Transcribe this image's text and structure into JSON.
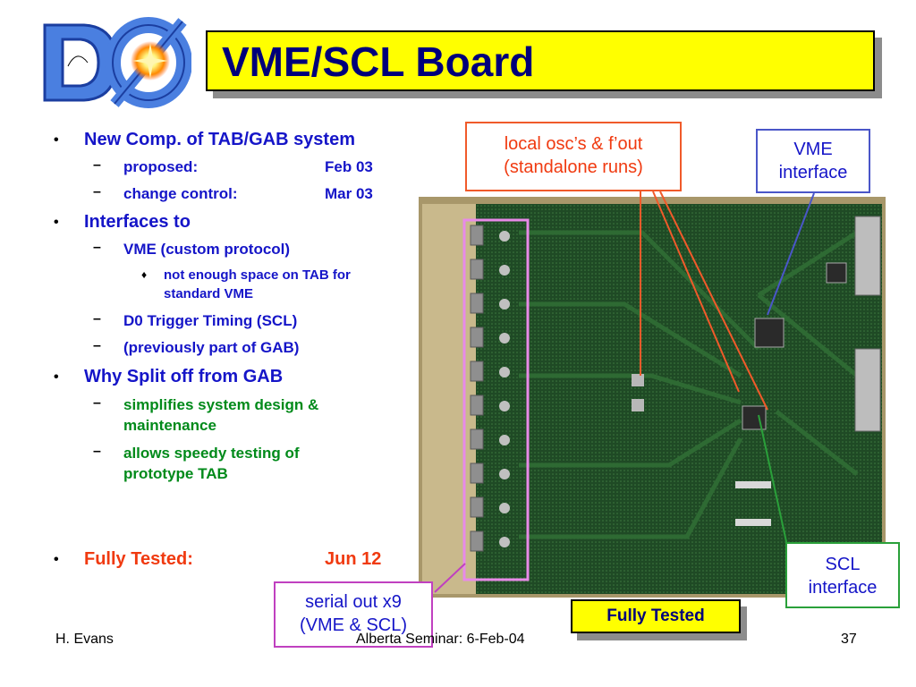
{
  "title": "VME/SCL Board",
  "bullets": {
    "l1_a": "New Comp. of TAB/GAB system",
    "l2_proposed": "proposed:",
    "l2_proposed_date": "Feb 03",
    "l2_change": "change control:",
    "l2_change_date": "Mar 03",
    "l1_b": "Interfaces to",
    "l2_vme": "VME (custom protocol)",
    "l3_space_1": "not enough space on TAB for",
    "l3_space_2": "standard VME",
    "l2_d0": "D0 Trigger Timing (SCL)",
    "l2_prev": "(previously part of GAB)",
    "l1_c": "Why Split off from GAB",
    "l2_simpl_1": "simplifies system design &",
    "l2_simpl_2": "maintenance",
    "l2_speedy_1": "allows speedy testing of",
    "l2_speedy_2": "prototype TAB",
    "l1_d": "Fully Tested:",
    "l1_d_date": "Jun 12"
  },
  "callouts": {
    "osc_1": "local osc’s & f’out",
    "osc_2": "(standalone runs)",
    "vme_1": "VME",
    "vme_2": "interface",
    "scl_1": "SCL",
    "scl_2": "interface",
    "serial_1": "serial out x9",
    "serial_2": "(VME & SCL)"
  },
  "fully_tested_label": "Fully Tested",
  "footer": {
    "author": "H. Evans",
    "event": "Alberta Seminar: 6-Feb-04",
    "page": "37"
  },
  "colors": {
    "title_bg": "#ffff00",
    "title_text": "#00007a",
    "blue_text": "#1515c8",
    "green_text": "#008a1a",
    "red_text": "#f03a10",
    "board_green": "#1e4a22"
  }
}
